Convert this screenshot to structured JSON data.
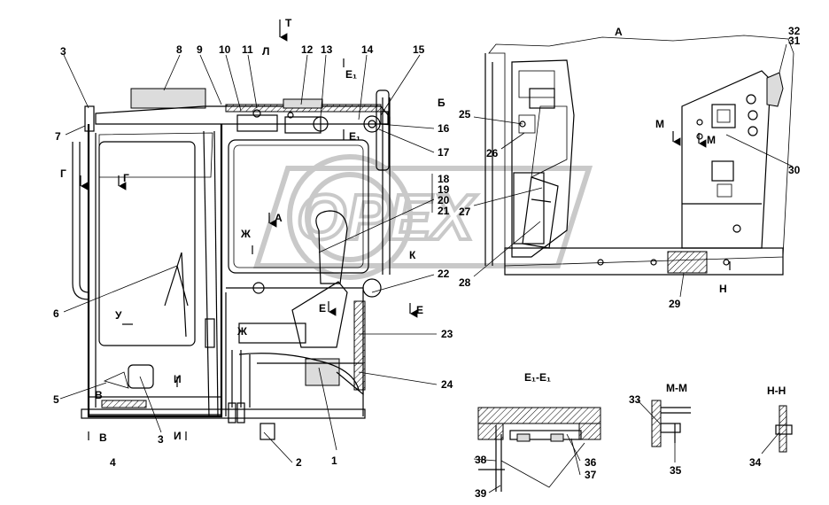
{
  "callouts": {
    "c1": "1",
    "c2": "2",
    "c3a": "3",
    "c3b": "3",
    "c4": "4",
    "c5": "5",
    "c6": "6",
    "c7": "7",
    "c8": "8",
    "c9": "9",
    "c10": "10",
    "c11": "11",
    "c12": "12",
    "c13": "13",
    "c14": "14",
    "c15": "15",
    "c16": "16",
    "c17": "17",
    "c18": "18",
    "c19": "19",
    "c20": "20",
    "c21": "21",
    "c22": "22",
    "c23": "23",
    "c24": "24",
    "c25": "25",
    "c26": "26",
    "c27": "27",
    "c28": "28",
    "c29": "29",
    "c30": "30",
    "c31": "31",
    "c32": "32",
    "c33": "33",
    "c34": "34",
    "c35": "35",
    "c36": "36",
    "c37": "37",
    "c38": "38",
    "c39": "39"
  },
  "view_letters": {
    "T": "Т",
    "L": "Л",
    "E1_top": "Е₁",
    "E1_low": "Е₁",
    "B_top": "Б",
    "G_left": "Г",
    "G_right": "Г",
    "A_mid": "А",
    "Zh_mid": "Ж",
    "U": "У",
    "K": "К",
    "E_mid": "Е",
    "E_low": "Е",
    "Zh_low": "Ж",
    "I_low": "И",
    "I_bot": "И",
    "V_low": "В",
    "V_bot": "В",
    "A_view": "А",
    "M_a": "М",
    "M_b": "М",
    "N": "Н"
  },
  "section_titles": {
    "e1e1": "Е₁-Е₁",
    "mm": "М-М",
    "nn": "Н-Н"
  },
  "watermark": "OPEX"
}
